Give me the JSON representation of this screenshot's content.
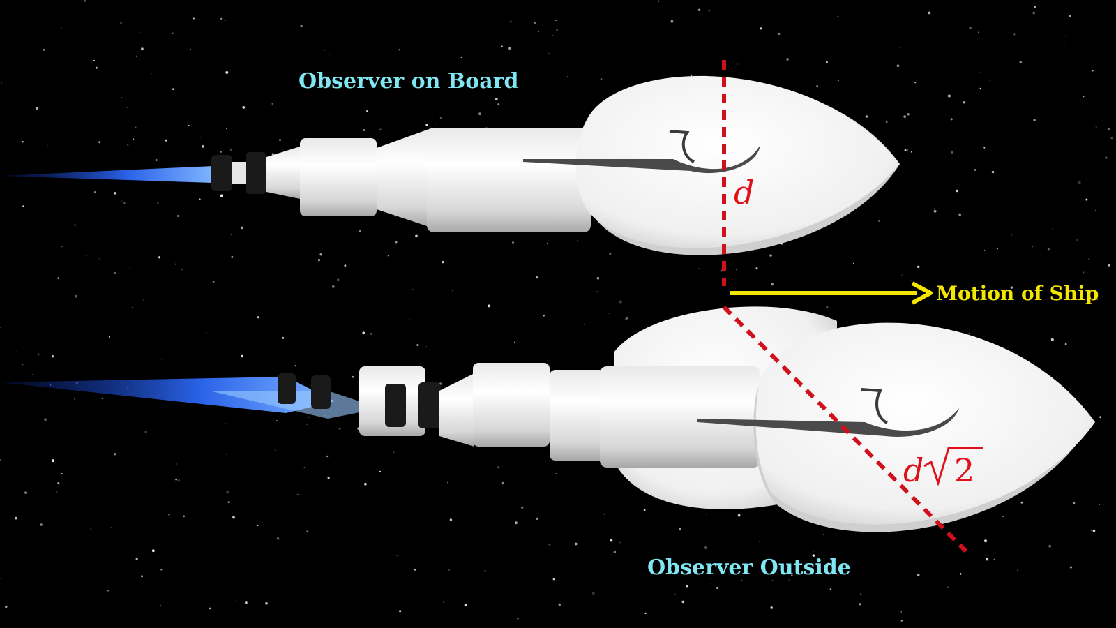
{
  "labels": {
    "observer_on_board": "Observer on Board",
    "observer_outside": "Observer Outside",
    "motion": "Motion of Ship",
    "short_path": "d",
    "long_path_var": "d",
    "long_path_root": "2"
  },
  "colors": {
    "background": "#000000",
    "ship_body": "#f2f2f2",
    "ship_shade": "#b9b9b9",
    "exhaust": "#2f6ff0",
    "path_line": "#d0101c",
    "observer_label": "#7fe6f2",
    "motion_arrow": "#f3e600"
  },
  "icons": {
    "arrow": "arrow-right-icon"
  }
}
